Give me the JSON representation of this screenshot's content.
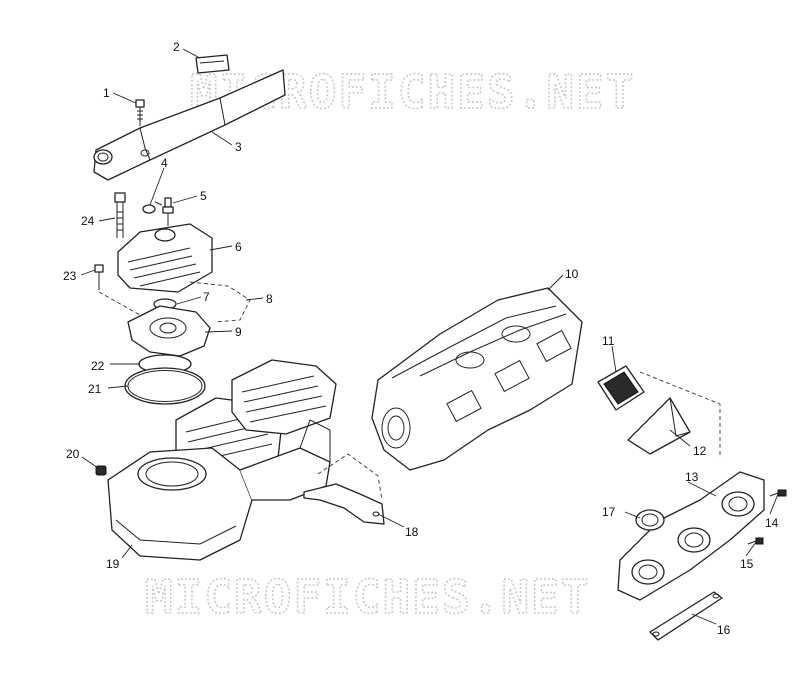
{
  "watermarks": {
    "top": "MICROFICHES.NET",
    "bottom": "MICROFICHES.NET"
  },
  "callouts": {
    "c1": "1",
    "c2": "2",
    "c3": "3",
    "c4": "4",
    "c5": "5",
    "c6": "6",
    "c7": "7",
    "c8": "8",
    "c9": "9",
    "c10": "10",
    "c11": "11",
    "c12": "12",
    "c13": "13",
    "c14": "14",
    "c15": "15",
    "c16": "16",
    "c17": "17",
    "c18": "18",
    "c19": "19",
    "c20": "20",
    "c21": "21",
    "c22": "22",
    "c23": "23",
    "c24": "24"
  }
}
